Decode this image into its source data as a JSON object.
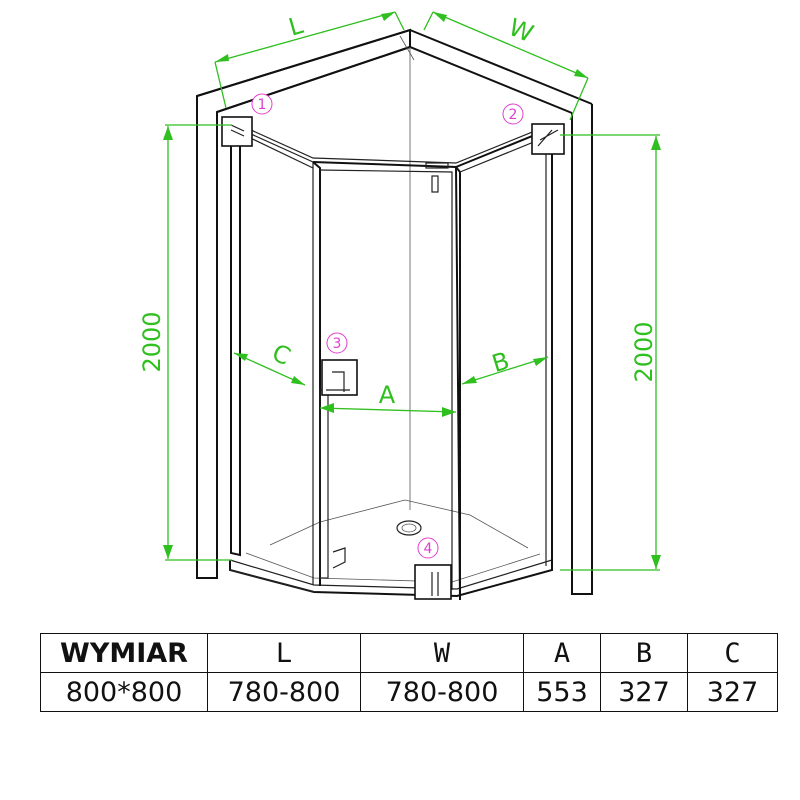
{
  "dimensions": {
    "L": "L",
    "W": "W",
    "A": "A",
    "B": "B",
    "C": "C",
    "height_left": "2000",
    "height_right": "2000"
  },
  "callouts": [
    "1",
    "2",
    "3",
    "4"
  ],
  "colors": {
    "dimension_lines": "#2fbf1f",
    "callouts": "#e040d0",
    "outline": "#111111"
  },
  "table": {
    "headers": [
      "WYMIAR",
      "L",
      "W",
      "A",
      "B",
      "C"
    ],
    "rows": [
      [
        "800*800",
        "780-800",
        "780-800",
        "553",
        "327",
        "327"
      ]
    ]
  }
}
